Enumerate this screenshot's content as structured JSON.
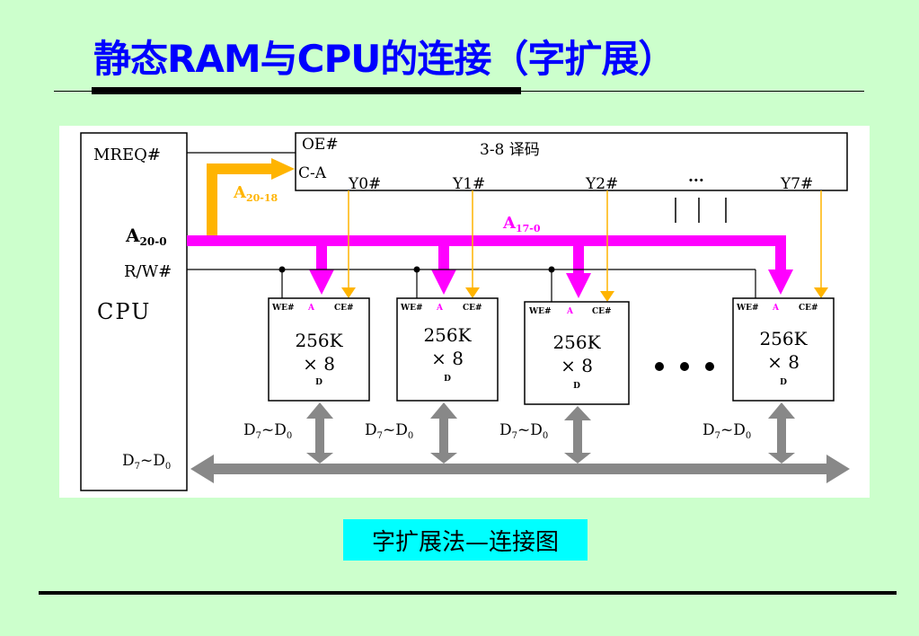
{
  "slide": {
    "title": "静态RAM与CPU的连接（字扩展）",
    "caption": "字扩展法—连接图"
  },
  "colors": {
    "title": "#0000ff",
    "background": "#ccffcc",
    "address_bus": "#ff00ff",
    "high_address": "#ffb400",
    "data_bus": "#888888",
    "caption_bg": "#00ffff"
  },
  "diagram": {
    "cpu": {
      "label": "CPU",
      "mreq": "MREQ#",
      "addr_main": "A",
      "addr_sub": "20-0",
      "rw": "R/W#",
      "data_main": "D",
      "data_sub1": "7",
      "data_tilde": "~D",
      "data_sub2": "0"
    },
    "decoder": {
      "title": "3-8 译码",
      "oe": "OE#",
      "ca": "C-A",
      "outputs": [
        "Y0#",
        "Y1#",
        "Y2#",
        "...",
        "Y7#"
      ]
    },
    "high_addr": {
      "main": "A",
      "sub": "20-18"
    },
    "low_addr": {
      "main": "A",
      "sub": "17-0"
    },
    "chips": [
      {
        "we": "WE#",
        "a": "A",
        "ce": "CE#",
        "cap": "256K",
        "width": "× 8",
        "d": "D",
        "dbus_main": "D",
        "dbus_sub1": "7",
        "dbus_tilde": "~D",
        "dbus_sub2": "0"
      },
      {
        "we": "WE#",
        "a": "A",
        "ce": "CE#",
        "cap": "256K",
        "width": "× 8",
        "d": "D",
        "dbus_main": "D",
        "dbus_sub1": "7",
        "dbus_tilde": "~D",
        "dbus_sub2": "0"
      },
      {
        "we": "WE#",
        "a": "A",
        "ce": "CE#",
        "cap": "256K",
        "width": "× 8",
        "d": "D",
        "dbus_main": "D",
        "dbus_sub1": "7",
        "dbus_tilde": "~D",
        "dbus_sub2": "0"
      },
      {
        "we": "WE#",
        "a": "A",
        "ce": "CE#",
        "cap": "256K",
        "width": "× 8",
        "d": "D",
        "dbus_main": "D",
        "dbus_sub1": "7",
        "dbus_tilde": "~D",
        "dbus_sub2": "0"
      }
    ]
  }
}
